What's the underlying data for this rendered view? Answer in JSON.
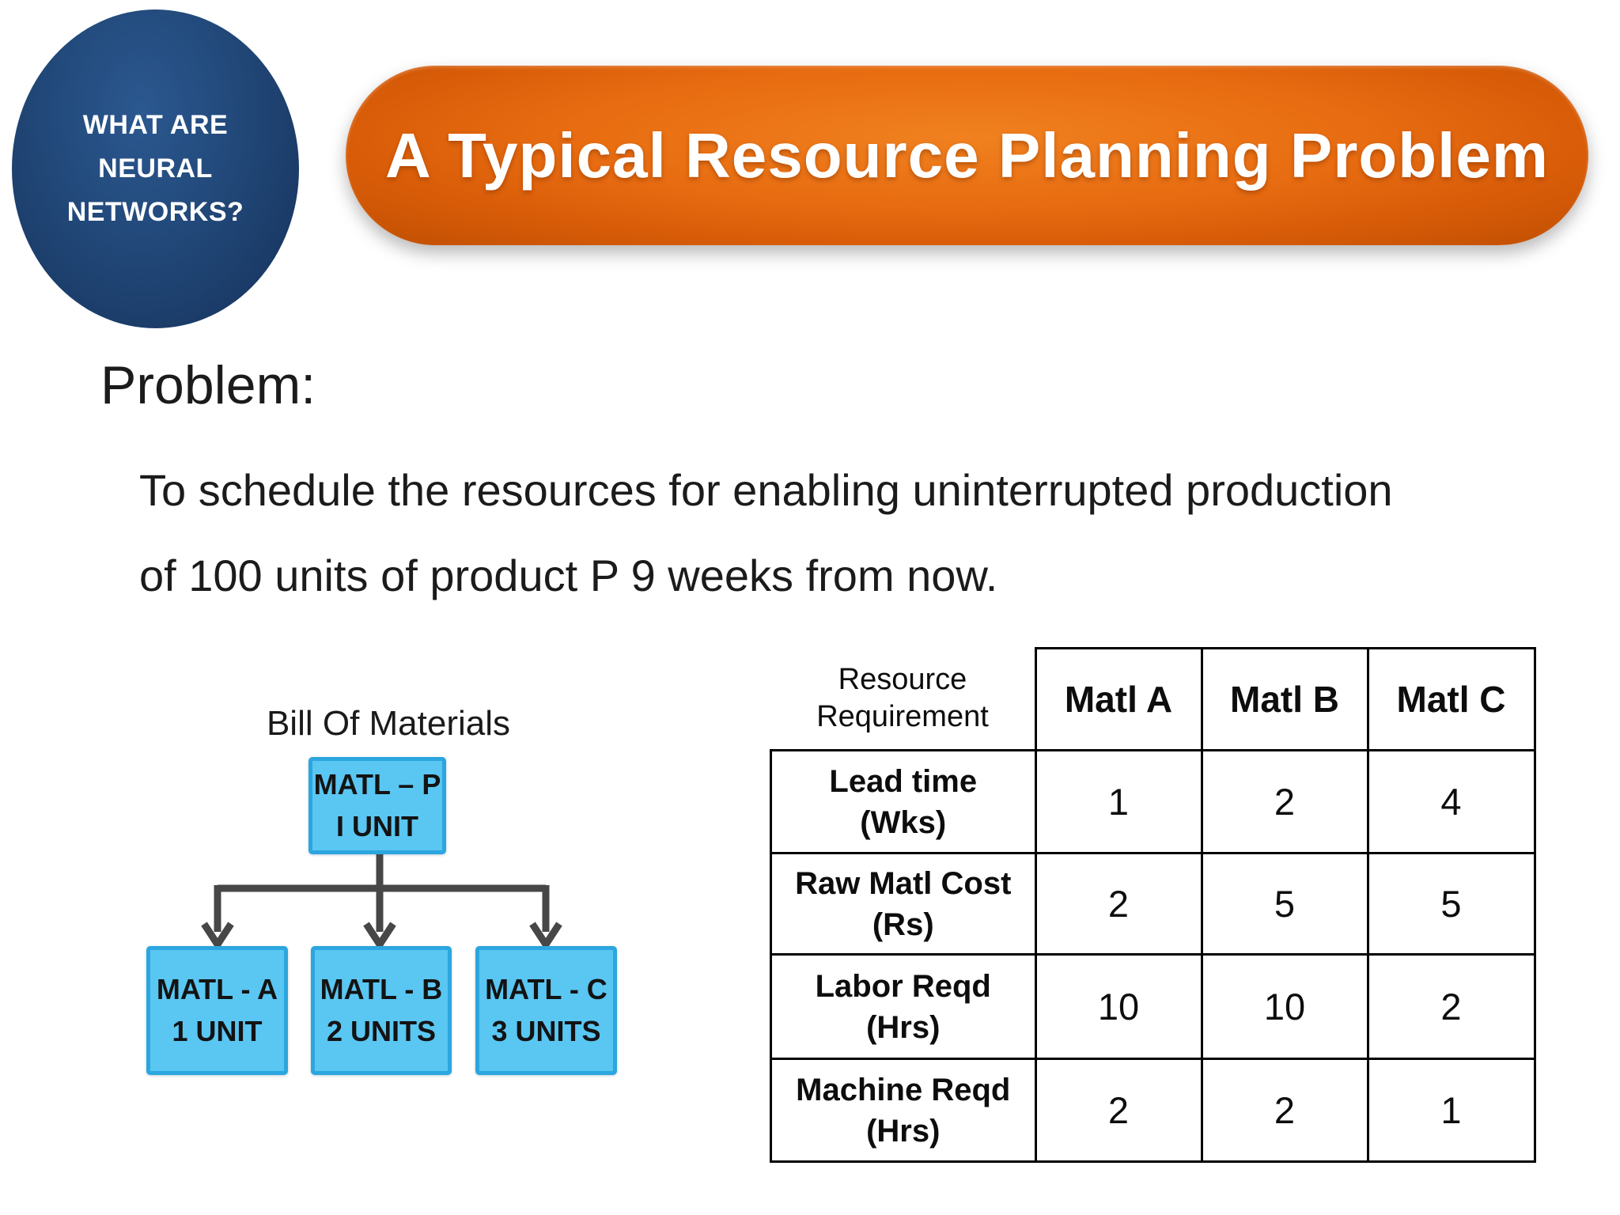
{
  "badge": {
    "text": "WHAT ARE\nNEURAL\nNETWORKS?"
  },
  "banner": {
    "title": "A Typical Resource Planning Problem"
  },
  "problem": {
    "heading": "Problem:",
    "line1": "To schedule the resources for enabling uninterrupted production",
    "line2": "of 100 units of product P 9 weeks from now."
  },
  "bom": {
    "title": "Bill Of Materials",
    "root": "MATL – P\nI UNIT",
    "children": [
      "MATL - A\n1 UNIT",
      "MATL - B\n2 UNITS",
      "MATL - C\n3 UNITS"
    ]
  },
  "table": {
    "corner_header": "Resource\nRequirement",
    "columns": [
      "Matl A",
      "Matl B",
      "Matl C"
    ],
    "rows": [
      {
        "label": "Lead time\n(Wks)",
        "values": [
          "1",
          "2",
          "4"
        ]
      },
      {
        "label": "Raw Matl Cost\n(Rs)",
        "values": [
          "2",
          "5",
          "5"
        ]
      },
      {
        "label": "Labor Reqd\n(Hrs)",
        "values": [
          "10",
          "10",
          "2"
        ]
      },
      {
        "label": "Machine Reqd\n(Hrs)",
        "values": [
          "2",
          "2",
          "1"
        ]
      }
    ]
  },
  "colors": {
    "badge_blue": "#1f4473",
    "banner_orange": "#e86c11",
    "bom_box_fill": "#5ac6f2",
    "bom_box_border": "#2ba6de",
    "connector_gray": "#474747",
    "table_border": "#000000",
    "text": "#1a1a1a"
  }
}
